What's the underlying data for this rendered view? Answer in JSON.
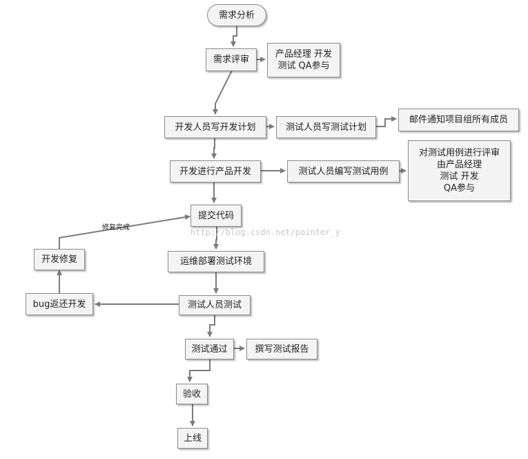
{
  "nodes": {
    "demand_analysis": "需求分析",
    "demand_review": "需求评审",
    "review_participants": "产品经理 开发\n测试 QA参与",
    "dev_plan": "开发人员写开发计划",
    "test_plan": "测试人员写测试计划",
    "email_notify": "邮件通知项目组所有成员",
    "product_dev": "开发进行产品开发",
    "write_test_cases": "测试人员编写测试用例",
    "test_case_review": "对测试用例进行评审\n由产品经理\n测试 开发\nQA参与",
    "submit_code": "提交代码",
    "ops_deploy": "运维部署测试环境",
    "dev_fix": "开发修复",
    "tester_test": "测试人员测试",
    "bug_return": "bug返还开发",
    "test_pass": "测试通过",
    "write_report": "撰写测试报告",
    "acceptance": "验收",
    "go_live": "上线"
  },
  "edge_labels": {
    "fix_done": "修复完成"
  },
  "watermark": "http://blog.csdn.net/pointer_y",
  "colors": {
    "line": "#7a7a7a",
    "node_fill": "#f4f4f4",
    "node_border": "#8a8a8a"
  }
}
